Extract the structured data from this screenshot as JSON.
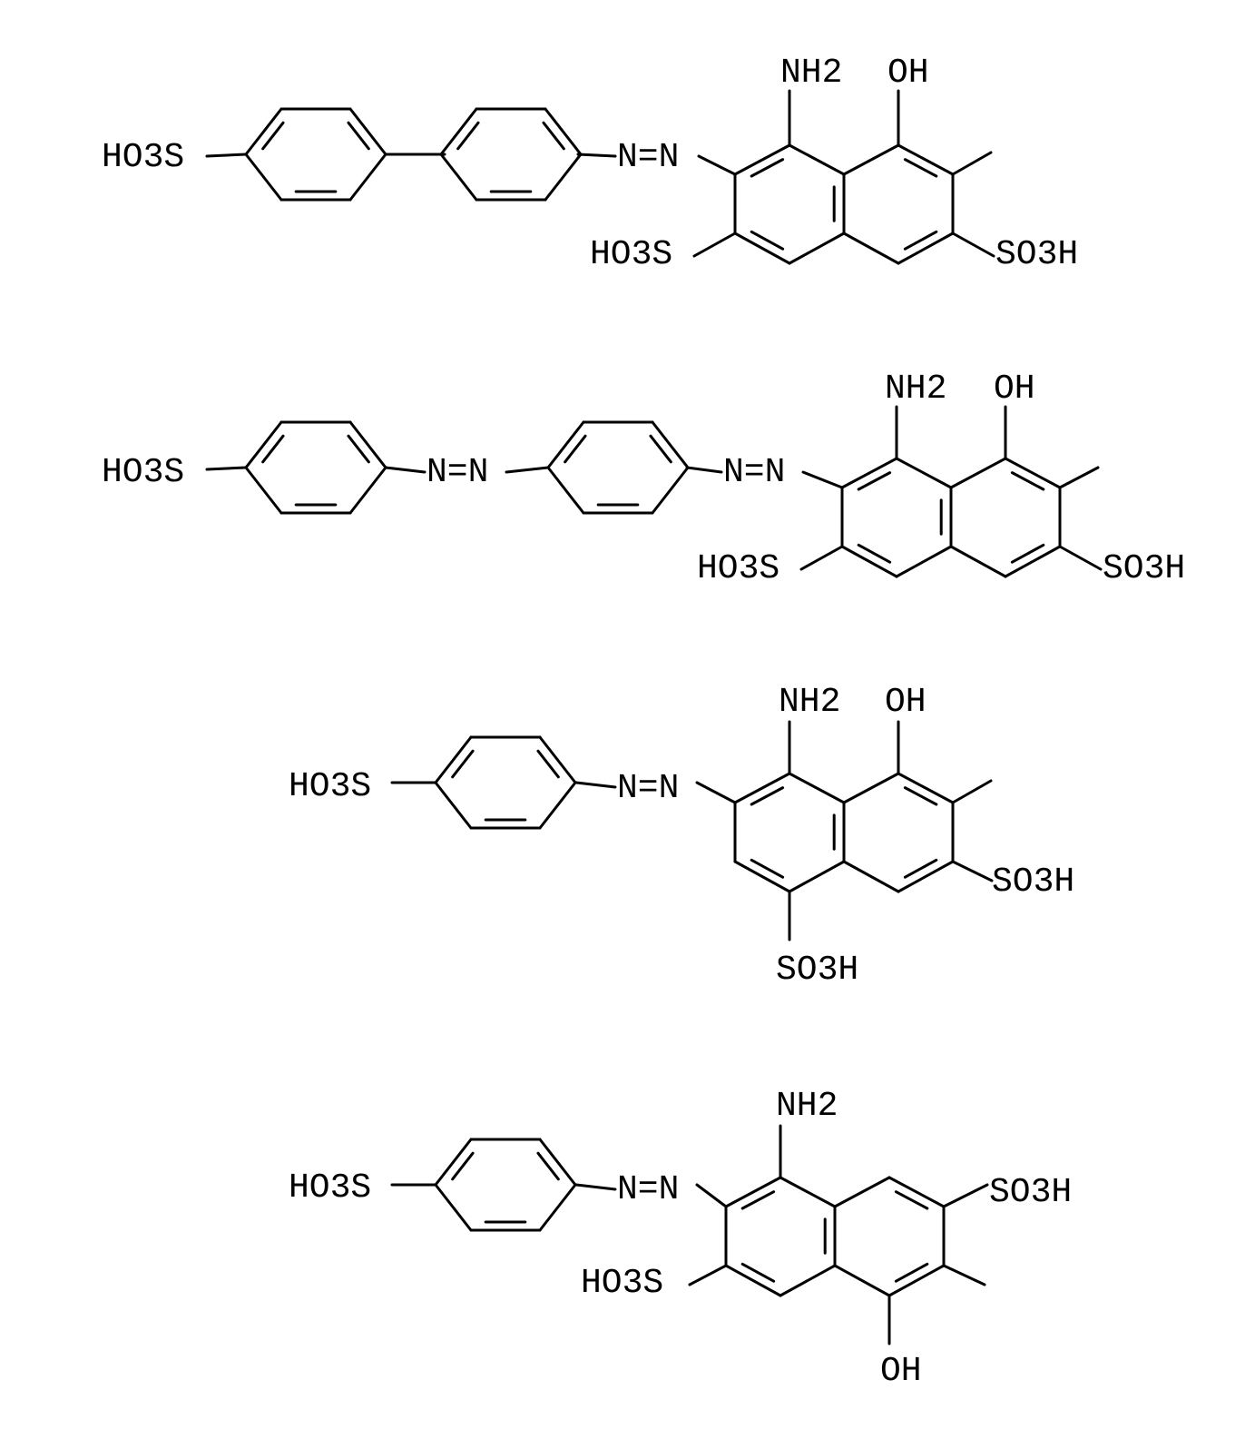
{
  "structures": [
    {
      "labels": [
        "HO3S",
        "N=N",
        "NH2",
        "OH",
        "HO3S",
        "SO3H"
      ]
    },
    {
      "labels": [
        "HO3S",
        "N=N",
        "N=N",
        "NH2",
        "OH",
        "HO3S",
        "SO3H"
      ]
    },
    {
      "labels": [
        "HO3S",
        "N=N",
        "NH2",
        "OH",
        "SO3H",
        "SO3H"
      ]
    },
    {
      "labels": [
        "HO3S",
        "N=N",
        "NH2",
        "SO3H",
        "HO3S",
        "OH"
      ]
    }
  ],
  "colors": {
    "ink": "#000000",
    "background": "#ffffff"
  }
}
